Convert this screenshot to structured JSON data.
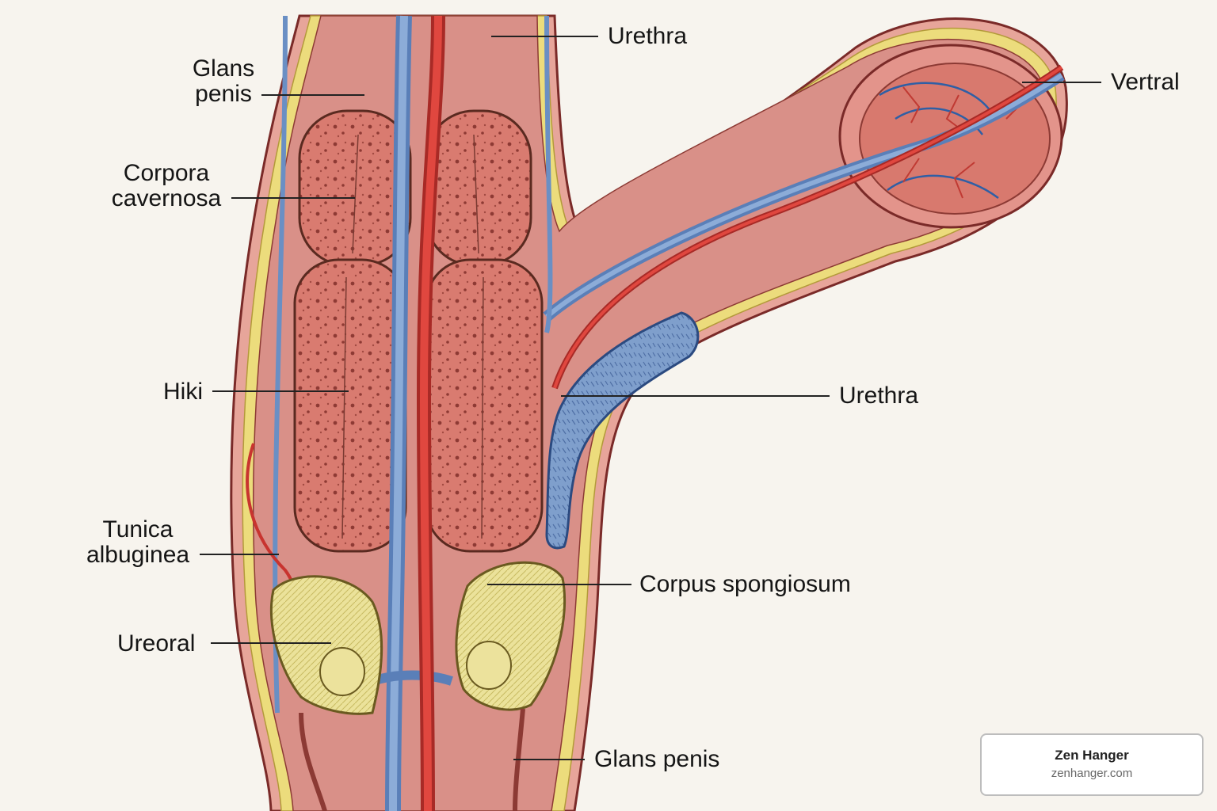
{
  "diagram": {
    "labels": {
      "urethra_top": "Urethra",
      "glans_penis_top": "Glans\npenis",
      "corpora_cavernosa": "Corpora\ncavernosa",
      "hiki": "Hiki",
      "tunica_albuginea": "Tunica\nalbuginea",
      "ureoral": "Ureoral",
      "vertral": "Vertral",
      "urethra_mid": "Urethra",
      "corpus_spongiosum": "Corpus spongiosum",
      "glans_penis_bottom": "Glans penis"
    }
  },
  "badge": {
    "name": "Zen Hanger",
    "url": "zenhanger.com"
  },
  "colors": {
    "background": "#f7f4ee",
    "skin": "#e9a79b",
    "erectile_tissue": "#d8776c",
    "vein": "#7e9ecb",
    "artery": "#d63a35",
    "fat_layer": "#ecdc7c",
    "bulb": "#e8e09a"
  }
}
